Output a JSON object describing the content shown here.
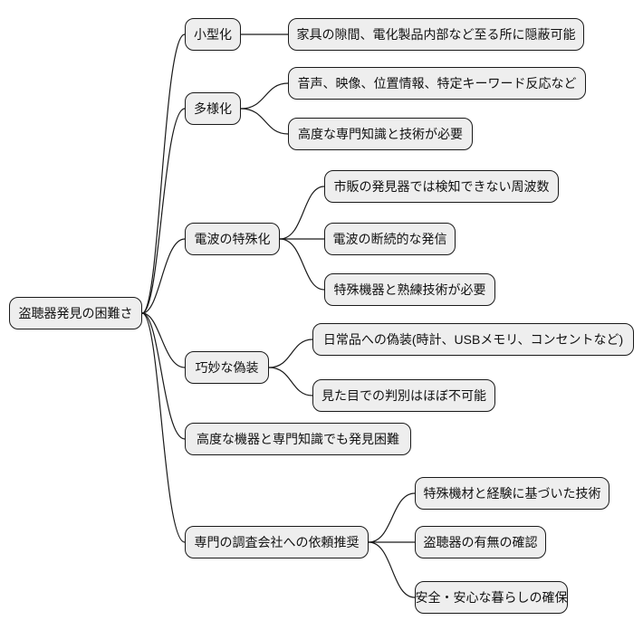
{
  "diagram": {
    "type": "mindmap",
    "root": {
      "label": "盗聴器発見の困難さ"
    },
    "branches": [
      {
        "label": "小型化",
        "children": [
          "家具の隙間、電化製品内部など至る所に隠蔽可能"
        ]
      },
      {
        "label": "多様化",
        "children": [
          "音声、映像、位置情報、特定キーワード反応など",
          "高度な専門知識と技術が必要"
        ]
      },
      {
        "label": "電波の特殊化",
        "children": [
          "市販の発見器では検知できない周波数",
          "電波の断続的な発信",
          "特殊機器と熟練技術が必要"
        ]
      },
      {
        "label": "巧妙な偽装",
        "children": [
          "日常品への偽装(時計、USBメモリ、コンセントなど)",
          "見た目での判別はほぼ不可能"
        ]
      },
      {
        "label": "高度な機器と専門知識でも発見困難",
        "children": []
      },
      {
        "label": "専門の調査会社への依頼推奨",
        "children": [
          "特殊機材と経験に基づいた技術",
          "盗聴器の有無の確認",
          "安全・安心な暮らしの確保"
        ]
      }
    ],
    "colors": {
      "node_fill": "#eeeeee",
      "node_border": "#1a1a1a",
      "connector": "#1a1a1a",
      "text": "#111111",
      "background": "#ffffff"
    }
  }
}
